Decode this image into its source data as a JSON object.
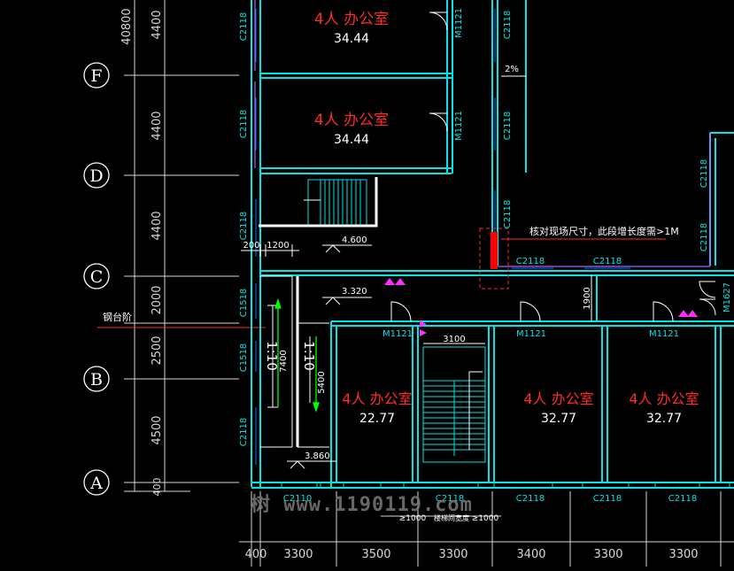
{
  "colors": {
    "background": "#000000",
    "wall": "#00e5e5",
    "dim": "#d8d8d8",
    "room_label": "#ff2a2a",
    "area": "#ffffff",
    "window_label": "#00e5e5",
    "grid_bubble": "#ffffff",
    "magenta": "#ff30ff",
    "note_marker": "#ff0000",
    "green_arrow": "#00ff00"
  },
  "left_dims": {
    "top": "40800",
    "values": [
      "4400",
      "4400",
      "4400",
      "2000",
      "2500",
      "4500",
      "400"
    ]
  },
  "grid_axes": [
    "F",
    "D",
    "C",
    "B",
    "A"
  ],
  "bottom_dims": [
    "400",
    "3300",
    "3500",
    "3300",
    "3400",
    "3300",
    "3300"
  ],
  "rooms": [
    {
      "name": "4人 办公室",
      "area": "34.44"
    },
    {
      "name": "4人 办公室",
      "area": "34.44"
    },
    {
      "name": "4人 办公室",
      "area": "22.77"
    },
    {
      "name": "4人 办公室",
      "area": "32.77"
    },
    {
      "name": "4人 办公室",
      "area": "32.77"
    }
  ],
  "window_labels": {
    "c2118": "C2118",
    "c1518": "C1518",
    "m1121": "M1121",
    "m1627": "M1627",
    "c2118_top_a": "C2118",
    "c2118_top_b": "C2118",
    "c2118_bot_a": "C2118",
    "c2118_bot_b": "C2118",
    "c2118_bot_c": "C2118"
  },
  "labels": {
    "slope": "2%",
    "note": "核对现场尺寸，此段增长度需>1M",
    "elev_1": "4.600",
    "elev_2": "3.320",
    "elev_3": "3.860",
    "dim_200": "200",
    "dim_1200": "1200",
    "dim_1900": "1900",
    "dim_3100": "3100",
    "dim_7400": "7400",
    "dim_5400": "5400",
    "ramp_1": "1:10",
    "ramp_2": "1:10",
    "steel_step": "钢台阶",
    "bot_1": "≥1000",
    "bot_2": "楼梯间宽度",
    "bot_3": "≥1000",
    "c2110": "C2110",
    "c2118_wm": "C2118"
  },
  "watermark": "树 www.1190119.com"
}
